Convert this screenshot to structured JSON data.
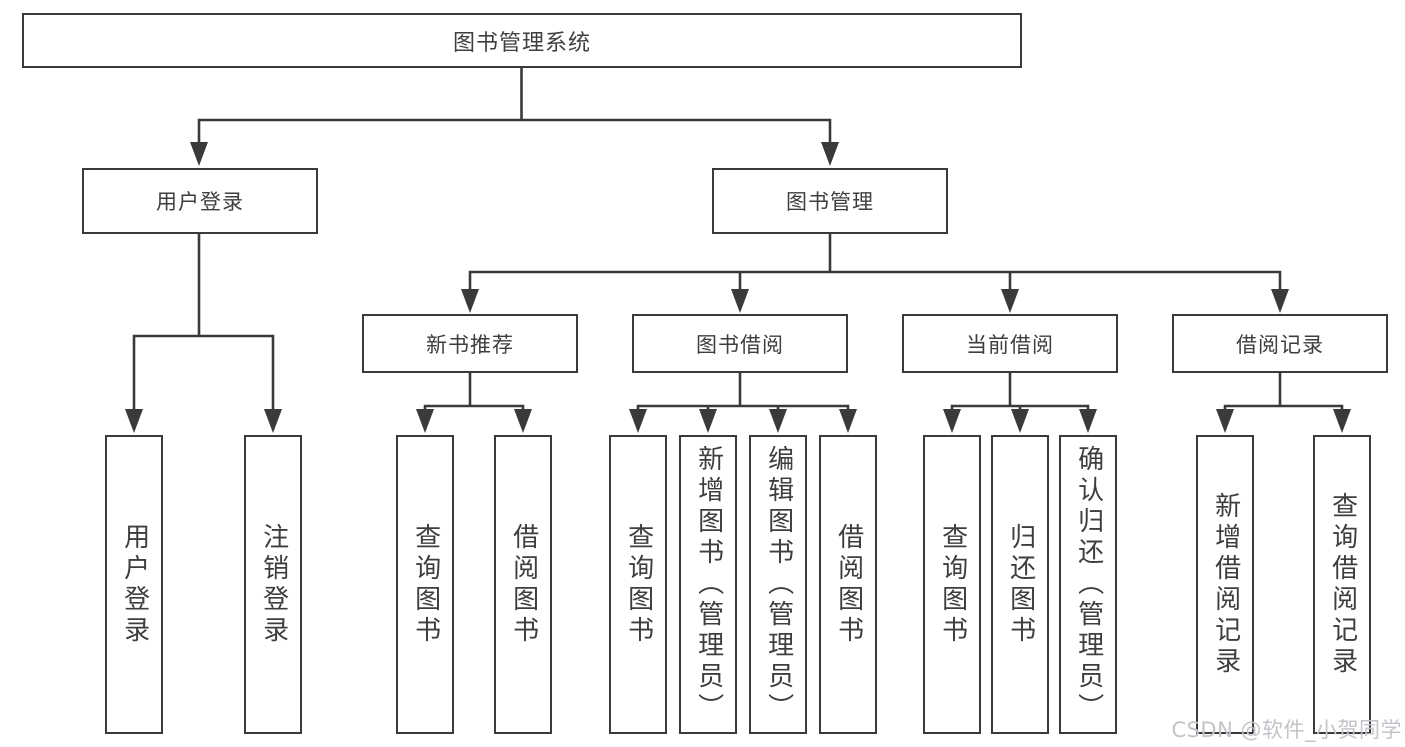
{
  "diagram": {
    "root": {
      "label": "图书管理系统"
    },
    "level1": [
      {
        "label": "用户登录"
      },
      {
        "label": "图书管理"
      }
    ],
    "level2": [
      {
        "label": "新书推荐"
      },
      {
        "label": "图书借阅"
      },
      {
        "label": "当前借阅"
      },
      {
        "label": "借阅记录"
      }
    ],
    "leaves": [
      {
        "label": "用户登录"
      },
      {
        "label": "注销登录"
      },
      {
        "label": "查询图书"
      },
      {
        "label": "借阅图书"
      },
      {
        "label": "查询图书"
      },
      {
        "label": "新增图书（管理员）"
      },
      {
        "label": "编辑图书（管理员）"
      },
      {
        "label": "借阅图书"
      },
      {
        "label": "查询图书"
      },
      {
        "label": "归还图书"
      },
      {
        "label": "确认归还（管理员）"
      },
      {
        "label": "新增借阅记录"
      },
      {
        "label": "查询借阅记录"
      }
    ],
    "watermark": {
      "text": "CSDN @软件_小贺同学"
    },
    "colors": {
      "line": "#3a3a3a",
      "text": "#3e3e3e",
      "watermark": "#c2c4c9",
      "background": "#ffffff"
    }
  }
}
